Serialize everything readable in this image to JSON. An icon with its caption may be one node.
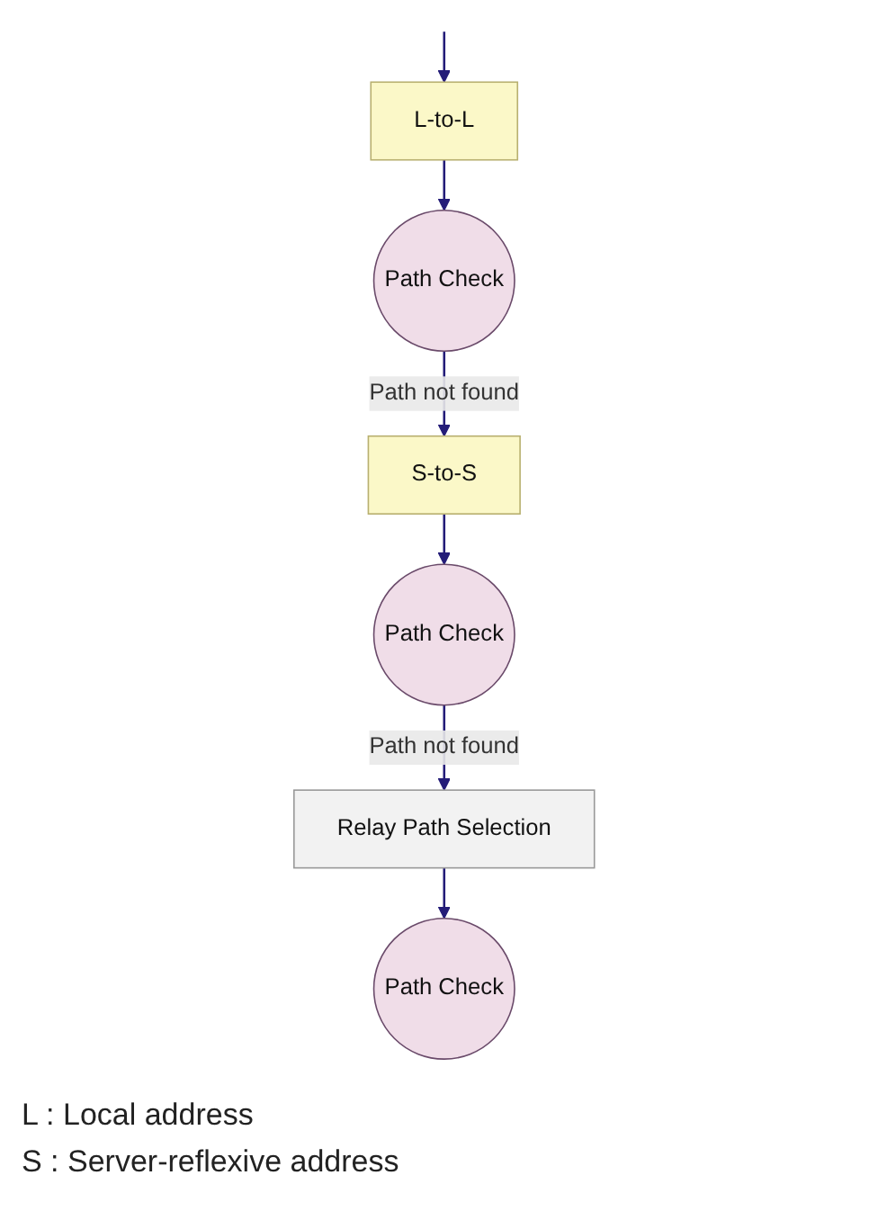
{
  "diagram": {
    "nodes": [
      {
        "text": [
          "L-to-L"
        ]
      },
      {
        "text": [
          "Path Check"
        ]
      },
      {
        "text": [
          "S-to-S"
        ]
      },
      {
        "text": [
          "Path Check"
        ]
      },
      {
        "text": [
          "Relay Path Selection"
        ]
      },
      {
        "text": [
          "Path Check"
        ]
      }
    ],
    "edges": [
      {
        "from": null,
        "to": 0,
        "arrow": "to"
      },
      {
        "from": 0,
        "to": 1,
        "arrow": "to"
      },
      {
        "from": 1,
        "to": 2,
        "arrow": "to",
        "label": "Path not found"
      },
      {
        "from": 2,
        "to": 3,
        "arrow": "to"
      },
      {
        "from": 3,
        "to": 4,
        "arrow": "to",
        "label": "Path not found"
      },
      {
        "from": 4,
        "to": 5,
        "arrow": "to"
      }
    ],
    "labels": [
      "L : Local address",
      "S : Server-reflexive address"
    ]
  }
}
